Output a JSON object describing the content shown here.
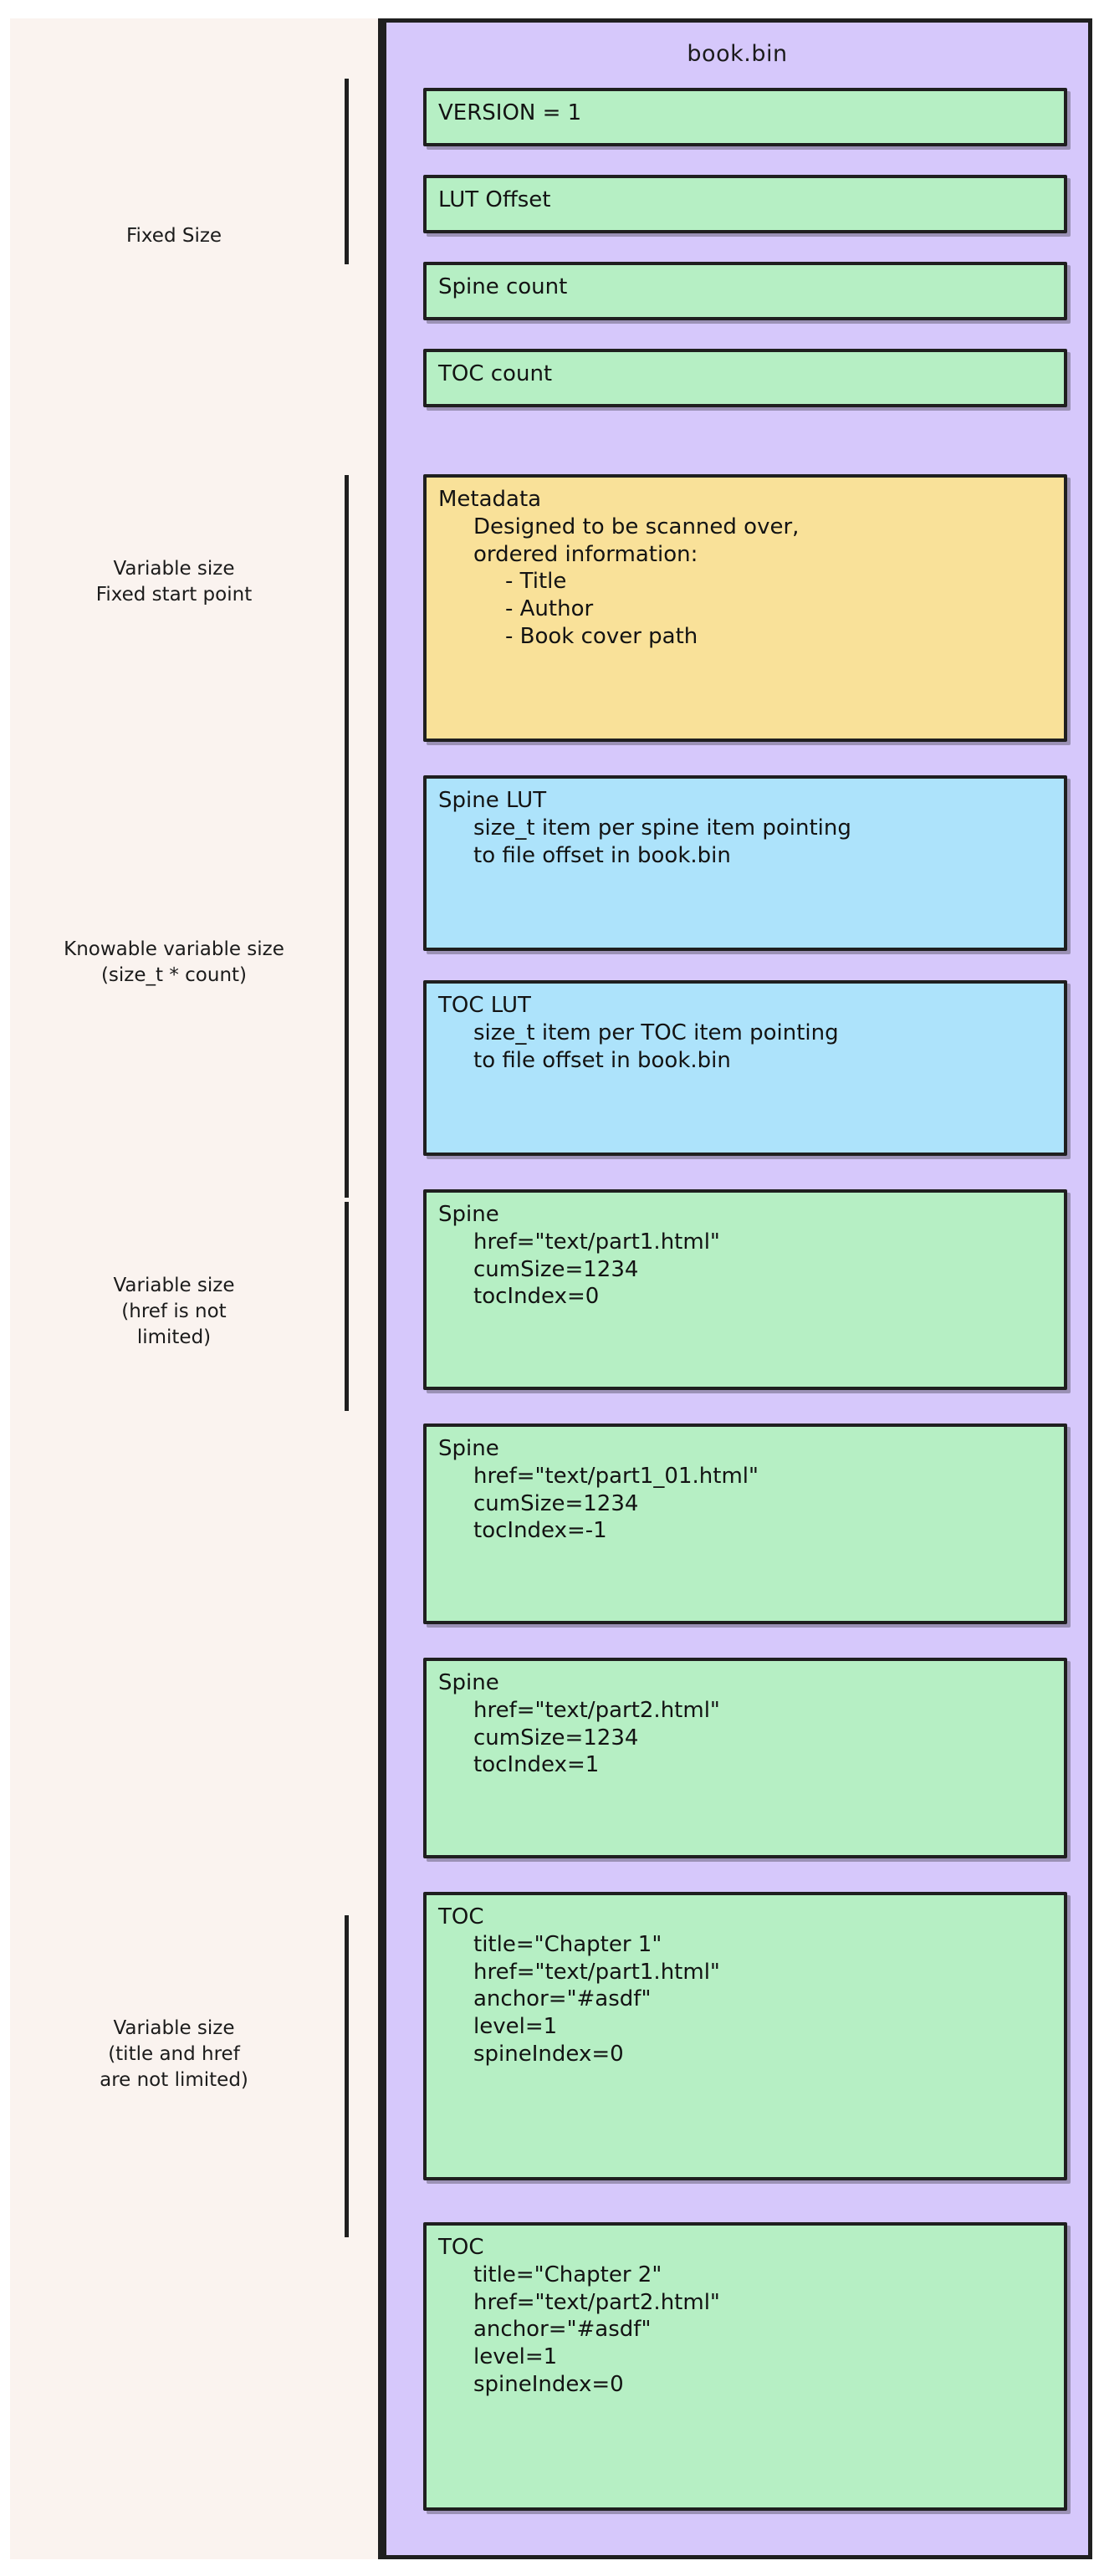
{
  "diagram": {
    "file_title": "book.bin",
    "colors": {
      "container_bg": "#d6c8fb",
      "page_bg": "#faf3ef",
      "green": "#b6efc4",
      "yellow": "#f9e199",
      "blue": "#ade3fb",
      "stroke": "#1f1f1f"
    },
    "left_labels": [
      {
        "id": "fixed-size",
        "text": "Fixed Size"
      },
      {
        "id": "variable-fixed-start",
        "text": "Variable size\nFixed start point"
      },
      {
        "id": "knowable-variable-size",
        "text": "Knowable variable size\n(size_t * count)"
      },
      {
        "id": "variable-href",
        "text": "Variable size\n(href is not\nlimited)"
      },
      {
        "id": "variable-title-href",
        "text": "Variable size\n(title and href\nare not limited)"
      }
    ],
    "blocks": [
      {
        "id": "version",
        "color": "green",
        "lines": [
          {
            "indent": 0,
            "text": "VERSION = 1"
          }
        ]
      },
      {
        "id": "lut-offset",
        "color": "green",
        "lines": [
          {
            "indent": 0,
            "text": "LUT Offset"
          }
        ]
      },
      {
        "id": "spine-count",
        "color": "green",
        "lines": [
          {
            "indent": 0,
            "text": "Spine count"
          }
        ]
      },
      {
        "id": "toc-count",
        "color": "green",
        "lines": [
          {
            "indent": 0,
            "text": "TOC count"
          }
        ]
      },
      {
        "id": "metadata",
        "color": "yellow",
        "lines": [
          {
            "indent": 0,
            "text": "Metadata"
          },
          {
            "indent": 1,
            "text": "Designed to be scanned over,"
          },
          {
            "indent": 1,
            "text": "ordered information:"
          },
          {
            "indent": 2,
            "text": "- Title"
          },
          {
            "indent": 2,
            "text": "- Author"
          },
          {
            "indent": 2,
            "text": "- Book cover path"
          }
        ]
      },
      {
        "id": "spine-lut",
        "color": "blue",
        "lines": [
          {
            "indent": 0,
            "text": "Spine LUT"
          },
          {
            "indent": 1,
            "text": "size_t item per spine item pointing"
          },
          {
            "indent": 1,
            "text": "to file offset in book.bin"
          }
        ]
      },
      {
        "id": "toc-lut",
        "color": "blue",
        "lines": [
          {
            "indent": 0,
            "text": "TOC LUT"
          },
          {
            "indent": 1,
            "text": "size_t item per TOC item pointing"
          },
          {
            "indent": 1,
            "text": "to file offset in book.bin"
          }
        ]
      },
      {
        "id": "spine-1",
        "color": "green",
        "lines": [
          {
            "indent": 0,
            "text": "Spine"
          },
          {
            "indent": 1,
            "text": "href=\"text/part1.html\""
          },
          {
            "indent": 1,
            "text": "cumSize=1234"
          },
          {
            "indent": 1,
            "text": "tocIndex=0"
          }
        ]
      },
      {
        "id": "spine-2",
        "color": "green",
        "lines": [
          {
            "indent": 0,
            "text": "Spine"
          },
          {
            "indent": 1,
            "text": "href=\"text/part1_01.html\""
          },
          {
            "indent": 1,
            "text": "cumSize=1234"
          },
          {
            "indent": 1,
            "text": "tocIndex=-1"
          }
        ]
      },
      {
        "id": "spine-3",
        "color": "green",
        "lines": [
          {
            "indent": 0,
            "text": "Spine"
          },
          {
            "indent": 1,
            "text": "href=\"text/part2.html\""
          },
          {
            "indent": 1,
            "text": "cumSize=1234"
          },
          {
            "indent": 1,
            "text": "tocIndex=1"
          }
        ]
      },
      {
        "id": "toc-1",
        "color": "green",
        "lines": [
          {
            "indent": 0,
            "text": "TOC"
          },
          {
            "indent": 1,
            "text": "title=\"Chapter 1\""
          },
          {
            "indent": 1,
            "text": "href=\"text/part1.html\""
          },
          {
            "indent": 1,
            "text": "anchor=\"#asdf\""
          },
          {
            "indent": 1,
            "text": "level=1"
          },
          {
            "indent": 1,
            "text": "spineIndex=0"
          }
        ]
      },
      {
        "id": "toc-2",
        "color": "green",
        "lines": [
          {
            "indent": 0,
            "text": "TOC"
          },
          {
            "indent": 1,
            "text": "title=\"Chapter 2\""
          },
          {
            "indent": 1,
            "text": "href=\"text/part2.html\""
          },
          {
            "indent": 1,
            "text": "anchor=\"#asdf\""
          },
          {
            "indent": 1,
            "text": "level=1"
          },
          {
            "indent": 1,
            "text": "spineIndex=0"
          }
        ]
      }
    ]
  }
}
